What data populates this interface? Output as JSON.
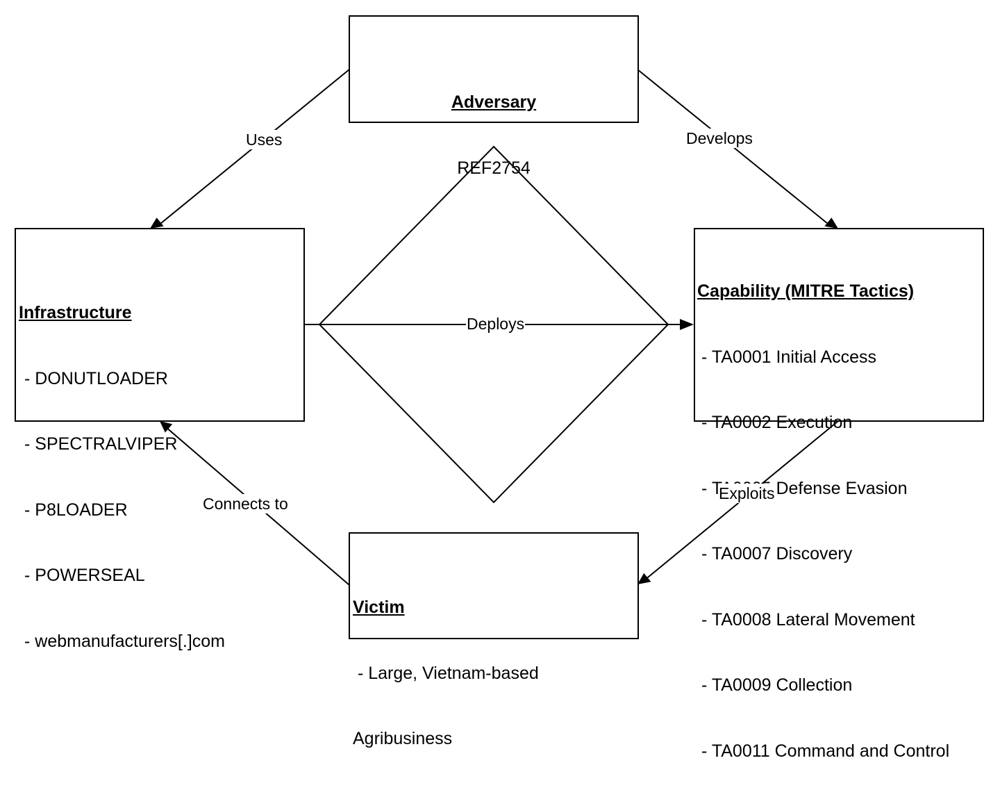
{
  "adversary": {
    "title": "Adversary",
    "value": "REF2754"
  },
  "infrastructure": {
    "title": "Infrastructure",
    "items": [
      "- DONUTLOADER",
      "- SPECTRALVIPER",
      "- P8LOADER",
      "- POWERSEAL",
      "- webmanufacturers[.]com"
    ]
  },
  "capability": {
    "title": "Capability (MITRE Tactics)",
    "items": [
      "- TA0001 Initial Access",
      "- TA0002 Execution",
      "- TA0005 Defense Evasion",
      "- TA0007 Discovery",
      "- TA0008 Lateral Movement",
      "- TA0009 Collection",
      "- TA0011 Command and Control"
    ]
  },
  "victim": {
    "title": "Victim",
    "line1": " - Large, Vietnam-based",
    "line2": "Agribusiness"
  },
  "edges": {
    "uses": "Uses",
    "develops": "Develops",
    "deploys": "Deploys",
    "exploits": "Exploits",
    "connects_to": "Connects to"
  }
}
